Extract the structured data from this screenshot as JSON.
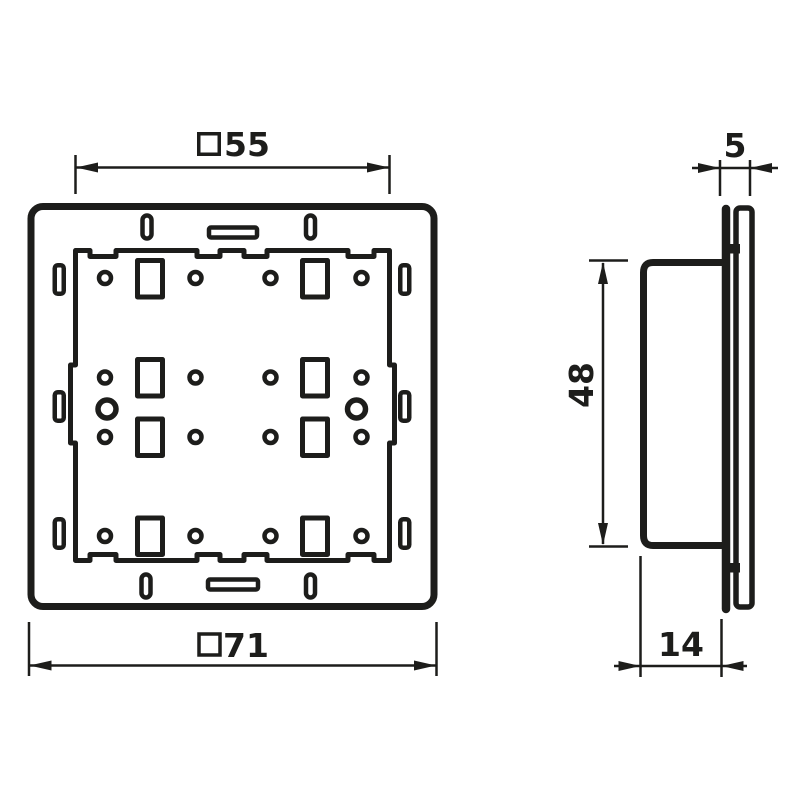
{
  "drawing": {
    "type": "technical-dimension-drawing",
    "subject": "flush-mounted wall switch module, front view and side view",
    "colors": {
      "background": "#ffffff",
      "line": "#1d1d1b"
    },
    "dimensions": {
      "inner_square": {
        "symbol": "□",
        "value": "55"
      },
      "outer_square": {
        "symbol": "□",
        "value": "71"
      },
      "frame_thickness": {
        "value": "5"
      },
      "body_height": {
        "value": "48"
      },
      "mounting_depth": {
        "value": "14"
      }
    }
  }
}
